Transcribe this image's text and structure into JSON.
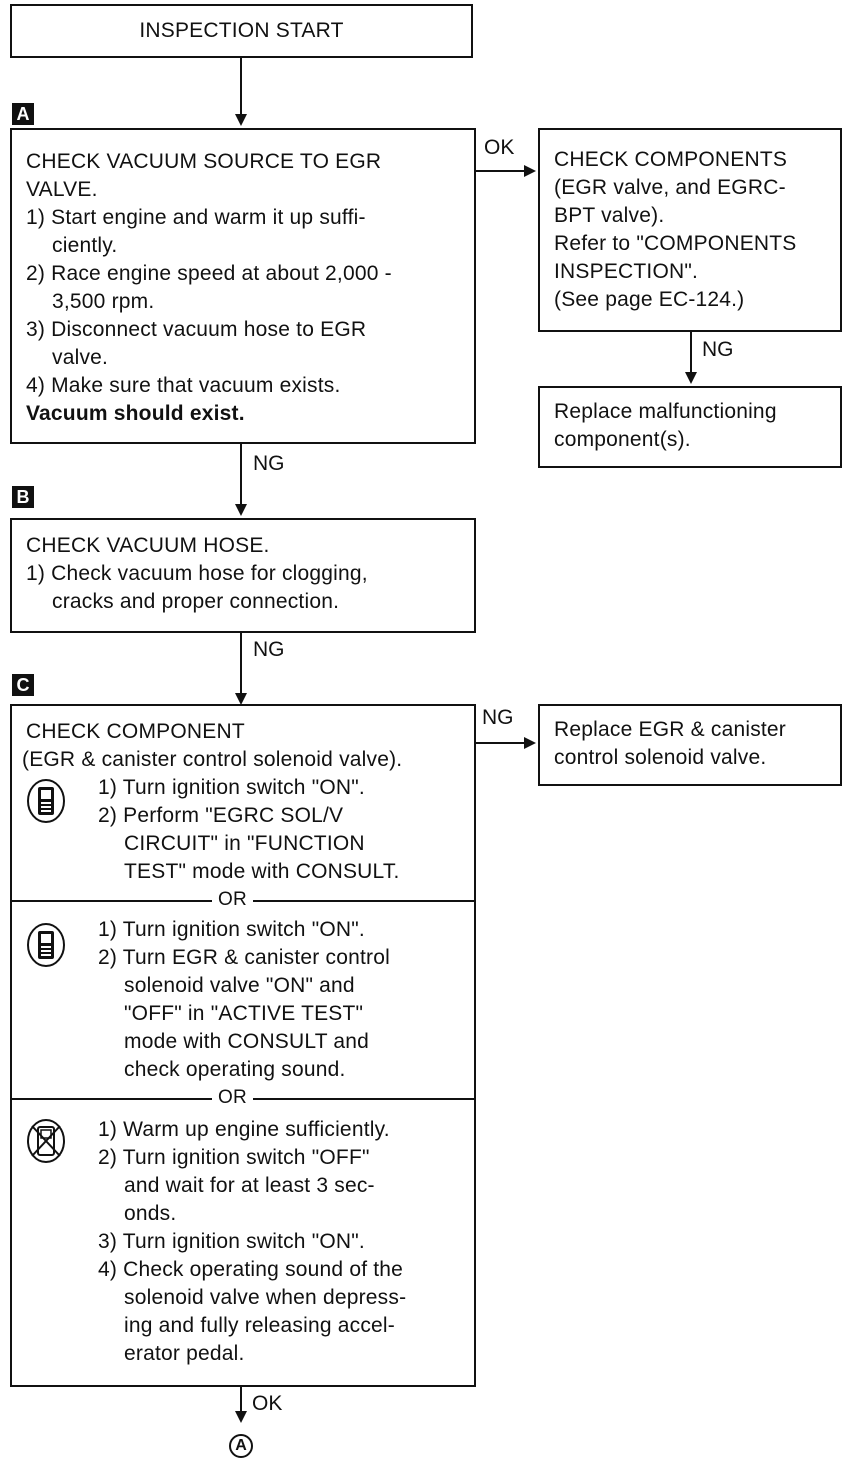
{
  "start": {
    "label": "INSPECTION START"
  },
  "steps": {
    "a": "A",
    "b": "B",
    "c": "C"
  },
  "boxA": {
    "lines": [
      "CHECK VACUUM SOURCE TO EGR",
      "VALVE.",
      "1) Start engine and warm it up suffi-",
      "ciently.",
      "2) Race engine speed at about 2,000 -",
      "3,500 rpm.",
      "3) Disconnect vacuum hose to EGR",
      "valve.",
      "4) Make sure that vacuum exists."
    ],
    "bold": "Vacuum should exist."
  },
  "boxComponents": {
    "lines": [
      "CHECK COMPONENTS",
      "(EGR valve, and EGRC-",
      "BPT valve).",
      "Refer to \"COMPONENTS",
      "INSPECTION\".",
      "(See page EC-124.)"
    ]
  },
  "boxReplace1": {
    "lines": [
      "Replace malfunctioning",
      "component(s)."
    ]
  },
  "boxB": {
    "lines": [
      "CHECK VACUUM HOSE.",
      "1) Check vacuum hose for clogging,",
      "cracks and proper connection."
    ]
  },
  "boxC": {
    "header": [
      "CHECK COMPONENT",
      "(EGR & canister control solenoid valve)."
    ],
    "sec1": [
      "1) Turn ignition switch \"ON\".",
      "2) Perform \"EGRC SOL/V",
      "CIRCUIT\" in \"FUNCTION",
      "TEST\" mode with CONSULT."
    ],
    "sec2": [
      "1) Turn ignition switch \"ON\".",
      "2) Turn EGR & canister control",
      "solenoid valve \"ON\" and",
      "\"OFF\" in \"ACTIVE TEST\"",
      "mode with CONSULT and",
      "check operating sound."
    ],
    "sec3": [
      "1) Warm up engine sufficiently.",
      "2) Turn ignition switch \"OFF\"",
      "and wait for at least 3 sec-",
      "onds.",
      "3) Turn ignition switch \"ON\".",
      "4) Check operating sound of the",
      "solenoid valve when depress-",
      "ing and fully releasing accel-",
      "erator pedal."
    ],
    "or": "OR"
  },
  "boxReplace2": {
    "lines": [
      "Replace EGR & canister",
      "control solenoid valve."
    ]
  },
  "labels": {
    "ok1": "OK",
    "ng1": "NG",
    "ng2": "NG",
    "ng3": "NG",
    "ng4": "NG",
    "ok2": "OK"
  },
  "connector": "A",
  "icons": [
    "consult-icon",
    "consult-icon",
    "no-consult-icon"
  ]
}
